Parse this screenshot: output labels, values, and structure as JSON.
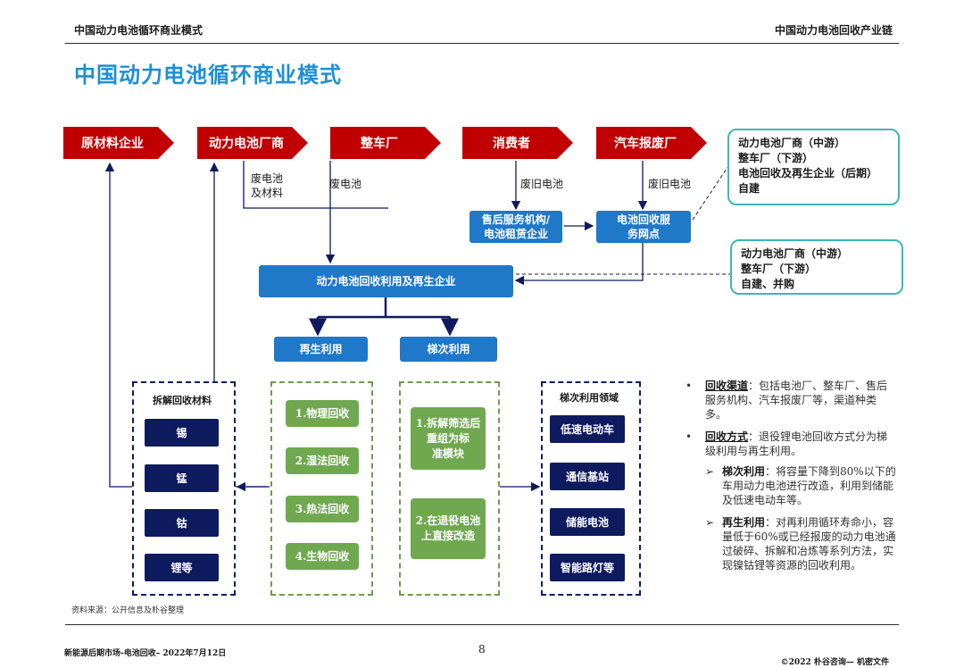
{
  "header": {
    "left": "中国动力电池循环商业模式",
    "right": "中国动力电池回收产业链"
  },
  "title": "中国动力电池循环商业模式",
  "chevrons": [
    "原材料企业",
    "动力电池厂商",
    "整车厂",
    "消费者",
    "汽车报废厂"
  ],
  "flow_labels": {
    "waste_battery_materials": "废电池\n及材料",
    "waste_battery": "废电池",
    "used_battery_1": "废旧电池",
    "used_battery_2": "废旧电池"
  },
  "nodes": {
    "after_sales": "售后服务机构/\n电池租赁企业",
    "recycle_point": "电池回收服\n务网点",
    "recycle_enterprise": "动力电池回收利用及再生企业",
    "regen": "再生利用",
    "cascade": "梯次利用"
  },
  "callouts": {
    "top": "动力电池厂商（中游）\n整车厂（下游）\n电池回收及再生企业（后期）\n自建",
    "bottom": "动力电池厂商（中游）\n整车厂（下游）\n自建、并购"
  },
  "materials": {
    "heading": "拆解回收材料",
    "items": [
      "锡",
      "锰",
      "钴",
      "锂等"
    ]
  },
  "regen_methods": [
    "1.物理回收",
    "2.湿法回收",
    "3.热法回收",
    "4.生物回收"
  ],
  "cascade_methods": [
    "1.拆解筛选后\n重组为标\n准模块",
    "2.在退役电池\n上直接改造"
  ],
  "cascade_fields": {
    "heading": "梯次利用领域",
    "items": [
      "低速电动车",
      "通信基站",
      "储能电池",
      "智能路灯等"
    ]
  },
  "bullets": {
    "b1_title": "回收渠道",
    "b1_text": "：包括电池厂、整车厂、售后服务机构、汽车报废厂等，渠道种类多。",
    "b2_title": "回收方式",
    "b2_text": "：退役锂电池回收方式分为梯级利用与再生利用。",
    "s1_title": "梯次利用",
    "s1_text": "：将容量下降到80%以下的车用动力电池进行改造，利用到储能及低速电动车等。",
    "s2_title": "再生利用",
    "s2_text": "：对再利用循环寿命小，容量低于60%或已经报废的动力电池通过破碎、拆解和冶炼等系列方法，实现镍钴锂等资源的回收利用。"
  },
  "source": "资料来源：公开信息及朴谷整理",
  "footer": {
    "left": "新能源后期市场-电池回收– 2022年7月12日",
    "page": "8",
    "right": "©2022 朴谷咨询— 机密文件"
  },
  "colors": {
    "red": "#c00000",
    "blue": "#1f78c8",
    "navy": "#0e1b5e",
    "green": "#70a84f",
    "teal": "#3cb7b7",
    "title": "#1e8fd6"
  }
}
